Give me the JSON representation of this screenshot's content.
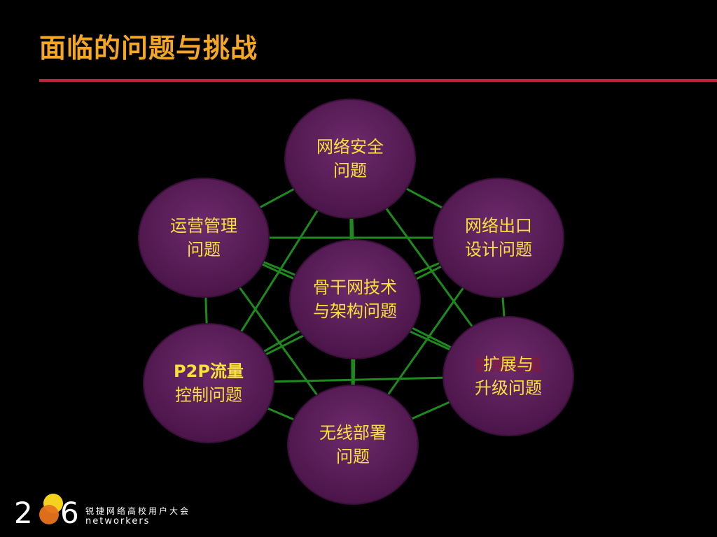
{
  "slide": {
    "title": "面临的问题与挑战"
  },
  "diagram": {
    "nodes": [
      {
        "id": "security",
        "lines": [
          "网络安全",
          "问题"
        ]
      },
      {
        "id": "operation",
        "lines": [
          "运营管理",
          "问题"
        ]
      },
      {
        "id": "egress",
        "lines": [
          "网络出口",
          "设计问题"
        ]
      },
      {
        "id": "backbone",
        "lines": [
          "骨干网技术",
          "与架构问题"
        ]
      },
      {
        "id": "p2p",
        "lines": [
          "P2P流量",
          "控制问题"
        ]
      },
      {
        "id": "expansion",
        "lines": [
          "扩展与",
          "升级问题"
        ]
      },
      {
        "id": "wireless",
        "lines": [
          "无线部署",
          "问题"
        ]
      }
    ],
    "ghost_text": "扩展与级",
    "colors": {
      "node_fill": "#5E1D5C",
      "node_text": "#F8E13A",
      "connector": "#1E8A1E"
    }
  },
  "footer": {
    "year_left": "2",
    "year_right": "6",
    "brand_cn": "锐捷网络高校用户大会",
    "brand_en": "networkers"
  }
}
